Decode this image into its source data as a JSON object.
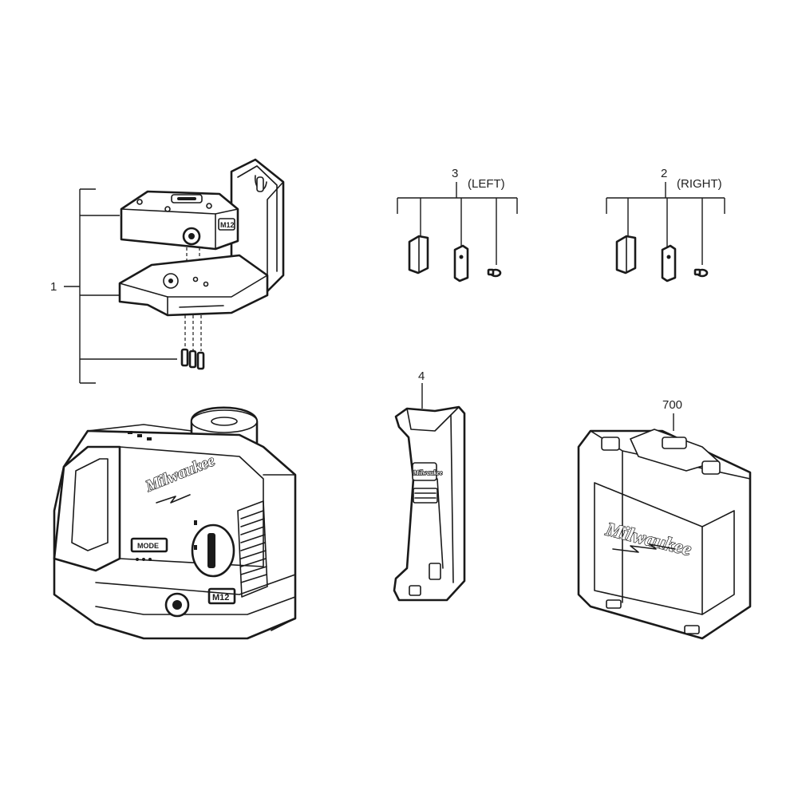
{
  "callouts": {
    "item_1": "1",
    "item_2": "2",
    "item_2_side": "(RIGHT)",
    "item_3": "3",
    "item_3_side": "(LEFT)",
    "item_4": "4",
    "item_700": "700"
  },
  "markings": {
    "brand_laser": "Milwaukee",
    "brand_holder": "Milwaukee",
    "brand_case": "Milwaukee",
    "mode_label": "MODE",
    "battery_label": "M12",
    "bracket_battery_label": "M12"
  }
}
